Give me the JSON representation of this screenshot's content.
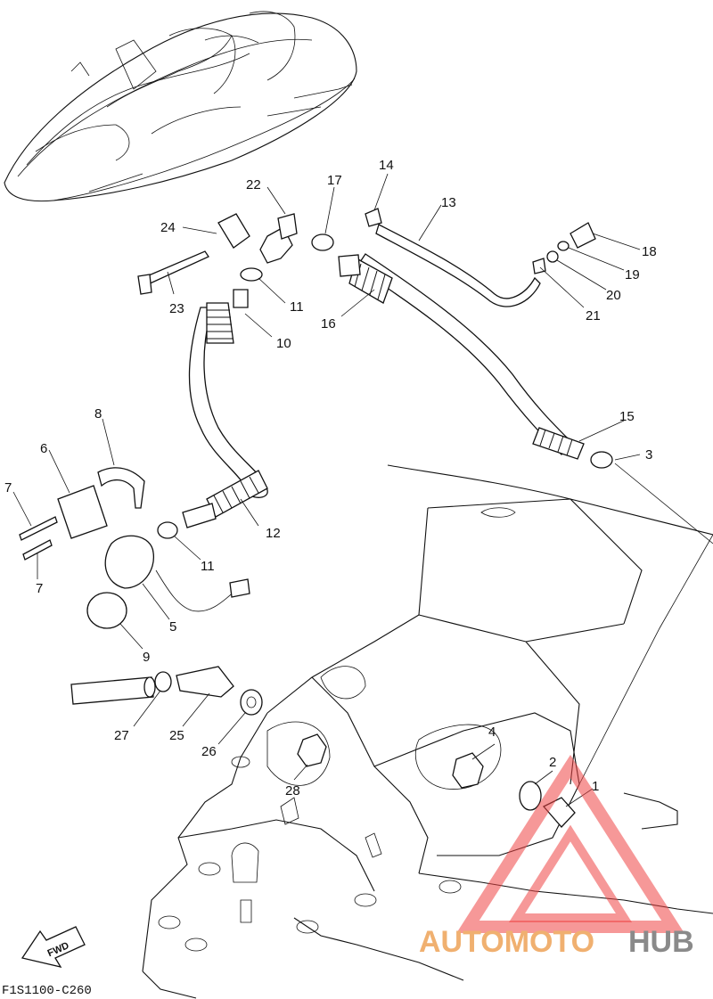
{
  "diagram": {
    "catalog_code": "F1S1100-C260",
    "fwd_label": "FWD",
    "callouts": [
      "1",
      "2",
      "3",
      "4",
      "5",
      "6",
      "7",
      "7",
      "8",
      "9",
      "10",
      "11",
      "11",
      "12",
      "13",
      "14",
      "15",
      "16",
      "17",
      "18",
      "19",
      "20",
      "21",
      "22",
      "23",
      "24",
      "25",
      "26",
      "27",
      "28"
    ]
  },
  "watermark": {
    "text_a": "AUTOMOTO",
    "text_b": "HUB",
    "color_a": "#f0b070",
    "color_b": "#8a8a8a",
    "triangle_color": "#e44444"
  }
}
